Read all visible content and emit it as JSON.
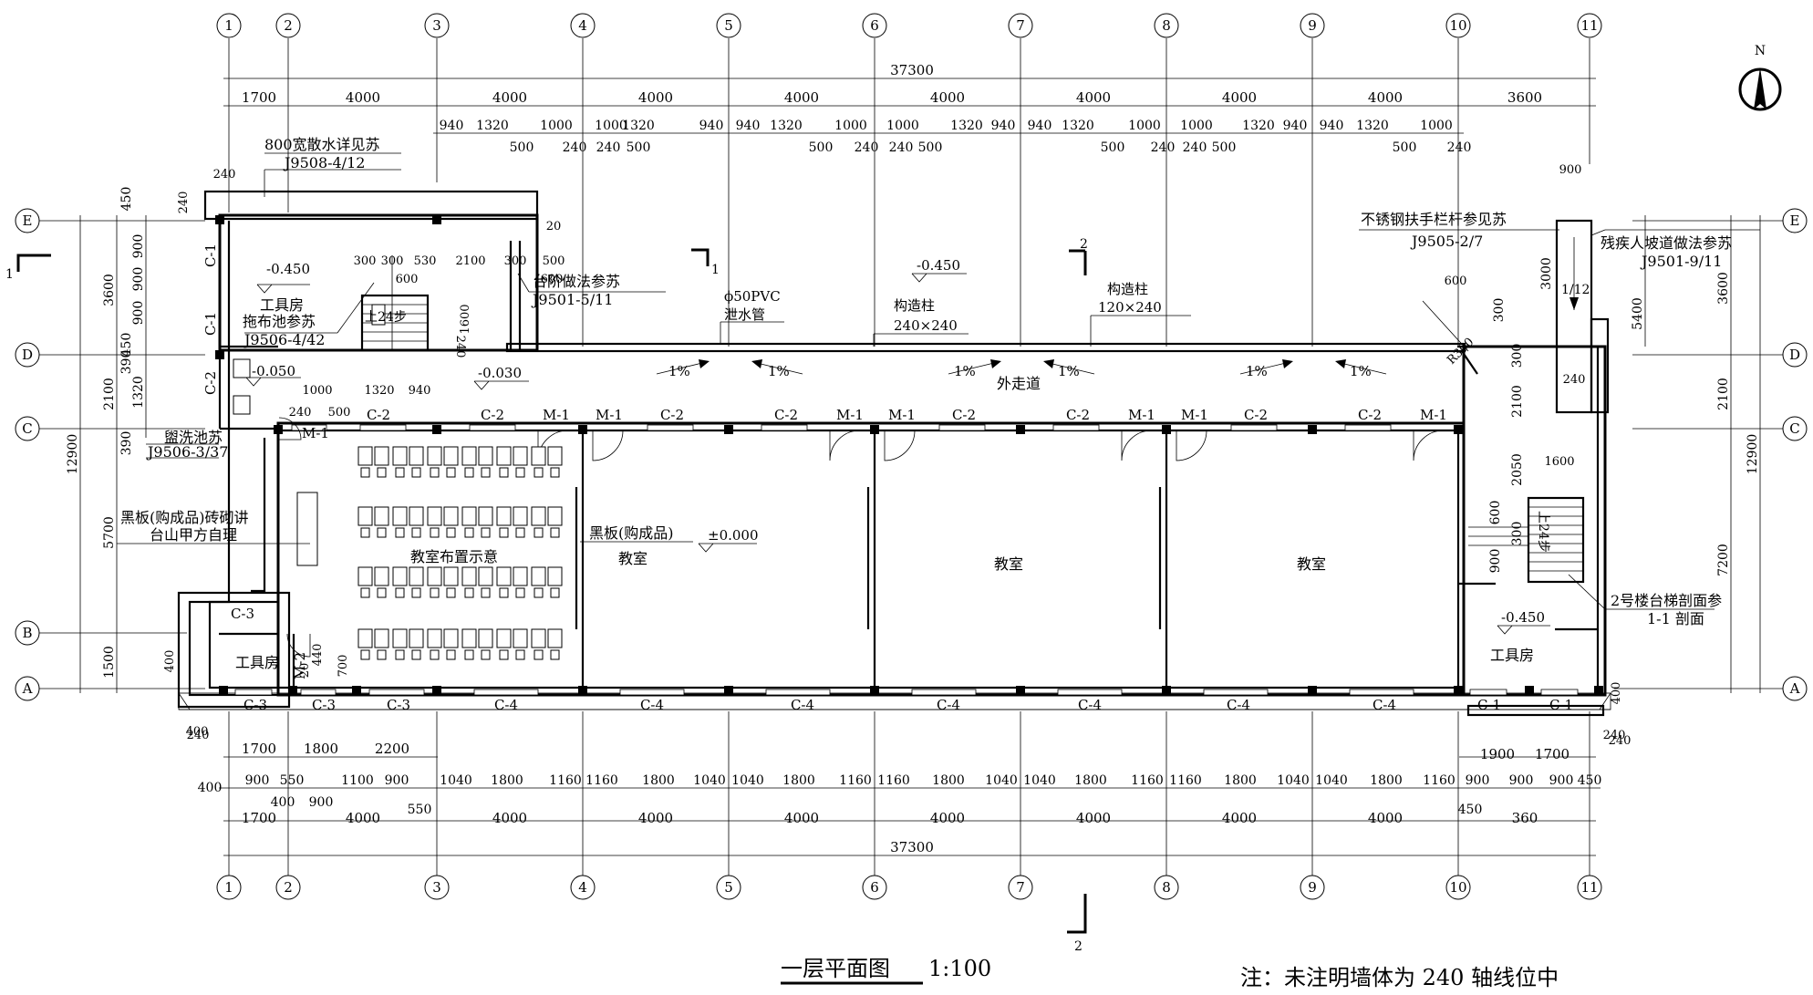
{
  "drawing": {
    "title": "一层平面图",
    "scale": "1:100",
    "note": "注：未注明墙体为 240 轴线位中",
    "north": "N"
  },
  "axes_h": [
    "1",
    "2",
    "3",
    "4",
    "5",
    "6",
    "7",
    "8",
    "9",
    "10",
    "11"
  ],
  "axes_v": [
    "E",
    "D",
    "C",
    "B",
    "A"
  ],
  "dims": {
    "total": "37300",
    "top_bays": [
      "1700",
      "4000",
      "4000",
      "4000",
      "4000",
      "4000",
      "4000",
      "4000",
      "4000",
      "3600"
    ],
    "top_windows": [
      "940",
      "1320",
      "1000",
      "1000",
      "1320",
      "940",
      "940",
      "1320",
      "1000",
      "1000",
      "1320",
      "940",
      "940",
      "1320",
      "1000",
      "1000",
      "1320",
      "940",
      "940",
      "1320",
      "1000"
    ],
    "top_windows_lower": [
      "500",
      "240",
      "240",
      "500",
      "500",
      "240",
      "240",
      "500",
      "500",
      "240",
      "240",
      "500",
      "500",
      "240"
    ],
    "left_outer": "12900",
    "left_mid": [
      "3600",
      "2100",
      "5700",
      "1500"
    ],
    "left_inner": [
      "450",
      "900",
      "900",
      "900",
      "450",
      "390",
      "1320",
      "390"
    ],
    "right_outer": "12900",
    "right_mid": [
      "3600",
      "2100",
      "7200"
    ],
    "right_inner": [
      "3000",
      "5400",
      "300",
      "300",
      "2100",
      "2050",
      "600",
      "300",
      "900"
    ],
    "bottom_row1": [
      "1700",
      "1800",
      "2200",
      "1900",
      "1700"
    ],
    "bottom_row2": [
      "400",
      "900",
      "550",
      "1100",
      "900",
      "1040",
      "1800",
      "1160",
      "1160",
      "1800",
      "1040",
      "1040",
      "1800",
      "1160",
      "1160",
      "1800",
      "1040",
      "1040",
      "1800",
      "1160",
      "1160",
      "1800",
      "1040",
      "1040",
      "1800",
      "1160",
      "900",
      "900",
      "900",
      "450"
    ],
    "bottom_row2_lower": [
      "400",
      "900",
      "550",
      "450"
    ],
    "bottom_bays": [
      "1700",
      "4000",
      "4000",
      "4000",
      "4000",
      "4000",
      "4000",
      "4000",
      "4000",
      "360"
    ],
    "misc": [
      "240",
      "240",
      "400",
      "240",
      "240",
      "400",
      "240",
      "400",
      "900",
      "600",
      "1600",
      "240",
      "600",
      "20",
      "1600",
      "2100",
      "300",
      "500",
      "300",
      "300",
      "530",
      "600",
      "1000",
      "240",
      "500",
      "1320",
      "940",
      "240",
      "440",
      "700",
      "20"
    ]
  },
  "labels": {
    "apron": "800宽散水详见苏",
    "apron_ref": "J9508-4/12",
    "step_ref_label": "台阶做法参苏",
    "step_ref": "J9501-5/11",
    "pvc": "ϕ50PVC",
    "pvc2": "泄水管",
    "col1": "构造柱",
    "col1_size": "240×240",
    "col2": "构造柱",
    "col2_size": "120×240",
    "elev_m045": "-0.450",
    "elev_m045b": "-0.450",
    "elev_m045c": "-0.450",
    "elev_m005": "-0.050",
    "elev_m003": "-0.030",
    "elev_0": "±0.000",
    "tool_room": "工具房",
    "mop_pool": "拖布池参苏",
    "mop_ref": "J9506-4/42",
    "steps_24": "上24步",
    "steps_24b": "上24步",
    "wash_pool": "盥洗池苏",
    "wash_ref": "J9506-3/37",
    "blackboard1": "黑板(购成品)砖砌讲",
    "blackboard1b": "台山甲方自理",
    "blackboard2": "黑板(购成品)",
    "layout": "教室布置示意",
    "classroom": "教室",
    "corridor": "外走道",
    "slope": "1%",
    "rail": "不锈钢扶手栏杆参见苏",
    "rail_ref": "J9505-2/7",
    "ramp": "残疾人坡道做法参苏",
    "ramp_ref": "J9501-9/11",
    "ramp_slope": "1/12",
    "stair_sec": "2号楼台梯剖面参",
    "stair_sec2": "1-1 剖面",
    "r300": "R300",
    "sec1": "1",
    "sec2": "2",
    "win_c1": "C-1",
    "win_c2": "C-2",
    "win_c3": "C-3",
    "win_c4": "C-4",
    "door_m1": "M-1",
    "door_m2": "M-2"
  }
}
